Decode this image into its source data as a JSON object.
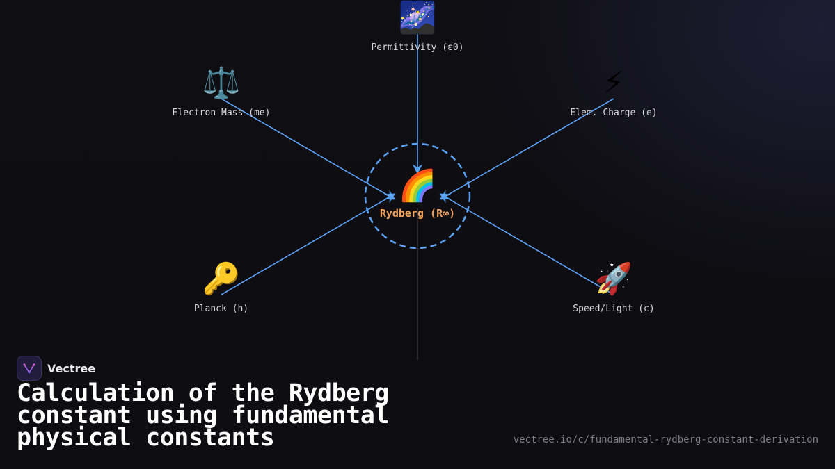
{
  "diagram": {
    "center": {
      "emoji": "🌈",
      "label": "Rydberg (R∞)"
    },
    "nodes": [
      {
        "id": "permittivity",
        "emoji": "🌌",
        "label": "Permittivity (ε0)"
      },
      {
        "id": "electron-mass",
        "emoji": "⚖️",
        "label": "Electron Mass (me)"
      },
      {
        "id": "elem-charge",
        "emoji": "⚡",
        "label": "Elem. Charge (e)"
      },
      {
        "id": "planck",
        "emoji": "🔑",
        "label": "Planck (h)"
      },
      {
        "id": "speed-light",
        "emoji": "🚀",
        "label": "Speed/Light (c)"
      }
    ],
    "colors": {
      "edge": "#5aa2f5",
      "ring": "#5aa2f5",
      "center_label": "#f0a15c",
      "node_label": "#d7d7dc"
    }
  },
  "brand": {
    "name": "Vectree"
  },
  "title": "Calculation of the Rydberg constant using fundamental physical constants",
  "url": "vectree.io/c/fundamental-rydberg-constant-derivation"
}
